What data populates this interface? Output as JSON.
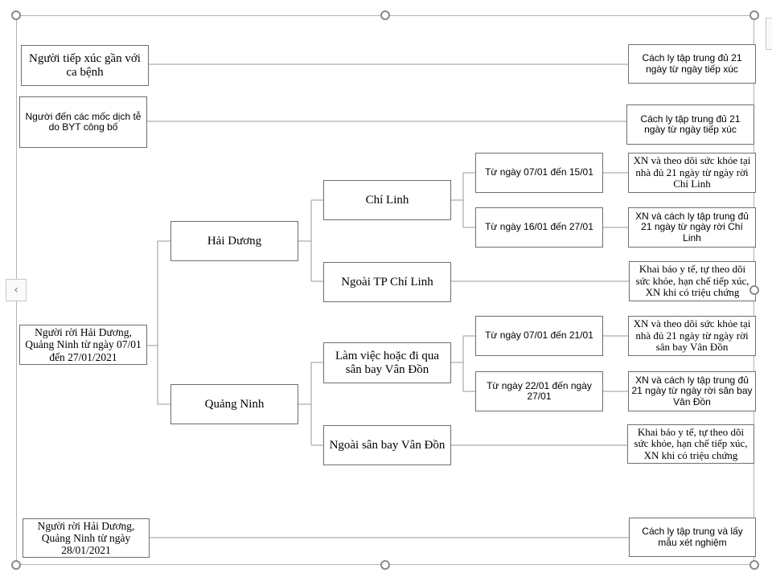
{
  "nodes": {
    "contact": "Người tiếp xúc gần với ca bệnh",
    "epi_sites": "Người đến các mốc dịch tễ do BYT công bố",
    "left_before": "Người rời Hải Dương, Quảng Ninh từ ngày 07/01 đến 27/01/2021",
    "left_after": "Người rời Hải Dương, Quảng Ninh từ ngày 28/01/2021",
    "hai_duong": "Hải Dương",
    "quang_ninh": "Quảng Ninh",
    "chi_linh": "Chí Linh",
    "outside_chi_linh": "Ngoài TP Chí Linh",
    "van_don_airport": "Làm việc hoặc đi qua sân bay Vân Đồn",
    "outside_van_don": "Ngoài sân bay Vân Đồn",
    "cl_period_1": "Từ ngày 07/01 đến 15/01",
    "cl_period_2": "Từ ngày 16/01 đến 27/01",
    "vd_period_1": "Từ ngày 07/01 đến 21/01",
    "vd_period_2": "Từ ngày 22/01 đến ngày 27/01"
  },
  "outcomes": {
    "contact": "Cách ly tập trung đủ 21 ngày từ ngày tiếp xúc",
    "epi_sites": "Cách ly tập trung đủ 21 ngày từ ngày tiếp xúc",
    "cl_period_1": "XN và theo dõi sức khỏe tại nhà đủ 21 ngày từ ngày rời Chí Linh",
    "cl_period_2": "XN và cách ly tập trung đủ 21 ngày từ ngày rời Chí Linh",
    "outside_chi_linh": "Khai báo y tế, tự theo dõi sức khỏe, hạn chế tiếp xúc, XN khi có triệu chứng",
    "vd_period_1": "XN và theo dõi sức khỏe tại nhà đủ 21 ngày từ ngày rời sân bay Vân Đồn",
    "vd_period_2": "XN và cách ly tập trung đủ 21 ngày từ ngày rời  sân bay Vân Đồn",
    "outside_van_don": "Khai báo y tế, tự theo dõi sức khỏe, hạn chế tiếp xúc, XN khi có triệu chứng",
    "left_after": "Cách ly tập trung và lấy mẫu xét nghiệm"
  },
  "ui": {
    "scroll_left_glyph": "‹"
  }
}
